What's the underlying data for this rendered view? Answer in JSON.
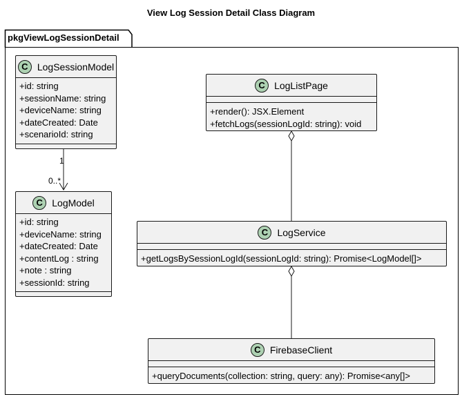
{
  "title": "View Log Session Detail Class Diagram",
  "package": {
    "name": "pkgViewLogSessionDetail"
  },
  "stereotype_letter": "C",
  "classes": {
    "log_session_model": {
      "name": "LogSessionModel",
      "attributes": [
        "+id: string",
        "+sessionName: string",
        "+deviceName: string",
        "+dateCreated: Date",
        "+scenarioId: string"
      ],
      "operations": []
    },
    "log_model": {
      "name": "LogModel",
      "attributes": [
        "+id: string",
        "+deviceName: string",
        "+dateCreated: Date",
        "+contentLog : string",
        "+note : string",
        "+sessionId: string"
      ],
      "operations": []
    },
    "log_list_page": {
      "name": "LogListPage",
      "attributes": [],
      "operations": [
        "+render(): JSX.Element",
        "+fetchLogs(sessionLogId: string): void"
      ]
    },
    "log_service": {
      "name": "LogService",
      "attributes": [],
      "operations": [
        "+getLogsBySessionLogId(sessionLogId: string): Promise<LogModel[]>"
      ]
    },
    "firebase_client": {
      "name": "FirebaseClient",
      "attributes": [],
      "operations": [
        "+queryDocuments(collection: string, query: any): Promise<any[]>"
      ]
    }
  },
  "relations": {
    "session_to_log": {
      "source_multiplicity": "1",
      "target_multiplicity": "0..*"
    }
  },
  "colors": {
    "class_fill": "#f1f1f1",
    "circle_fill": "#add1b2",
    "border": "#181818"
  }
}
